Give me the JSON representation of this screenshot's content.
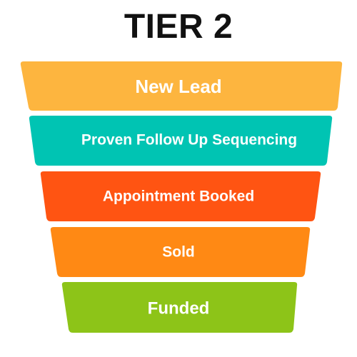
{
  "title": "TIER 2",
  "funnel": {
    "stages": [
      {
        "label": "New Lead",
        "color": "#FDB53F"
      },
      {
        "label": "Proven Follow Up Sequencing",
        "color": "#00C4B3"
      },
      {
        "label": "Appointment Booked",
        "color": "#FF5412"
      },
      {
        "label": "Sold",
        "color": "#FF8914"
      },
      {
        "label": "Funded",
        "color": "#8DC418"
      }
    ]
  }
}
